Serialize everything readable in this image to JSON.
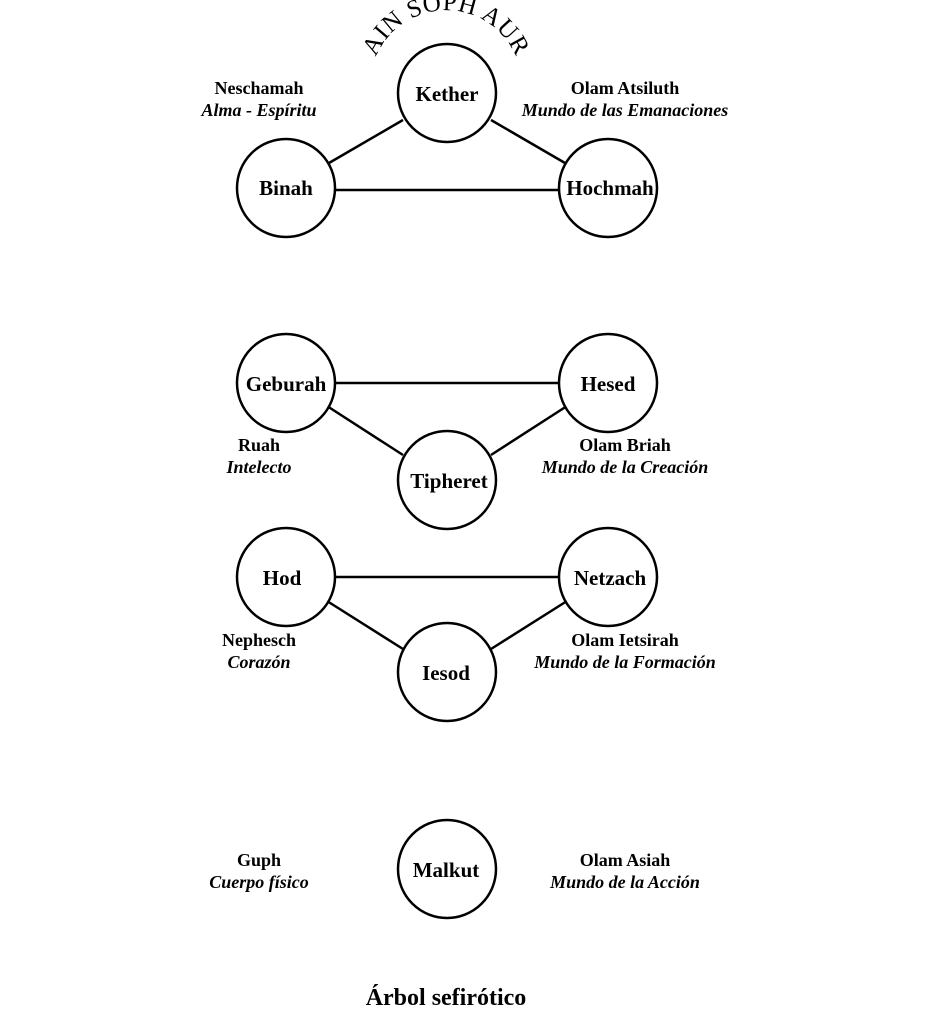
{
  "arc_title": "AIN SOPH AUR",
  "title": "Árbol sefirótico",
  "nodes": {
    "kether": "Kether",
    "binah": "Binah",
    "hochmah": "Hochmah",
    "geburah": "Geburah",
    "hesed": "Hesed",
    "tipheret": "Tipheret",
    "hod": "Hod",
    "netzach": "Netzach",
    "iesod": "Iesod",
    "malkut": "Malkut"
  },
  "levels": [
    {
      "soul": {
        "name": "Neschamah",
        "meaning": "Alma - Espíritu"
      },
      "world": {
        "name": "Olam Atsiluth",
        "meaning": "Mundo de las Emanaciones"
      }
    },
    {
      "soul": {
        "name": "Ruah",
        "meaning": "Intelecto"
      },
      "world": {
        "name": "Olam Briah",
        "meaning": "Mundo de la Creación"
      }
    },
    {
      "soul": {
        "name": "Nephesch",
        "meaning": "Corazón"
      },
      "world": {
        "name": "Olam Ietsirah",
        "meaning": "Mundo de la Formación"
      }
    },
    {
      "soul": {
        "name": "Guph",
        "meaning": "Cuerpo físico"
      },
      "world": {
        "name": "Olam Asiah",
        "meaning": "Mundo de la Acción"
      }
    }
  ],
  "colors": {
    "stroke": "#000000",
    "background": "#ffffff"
  }
}
